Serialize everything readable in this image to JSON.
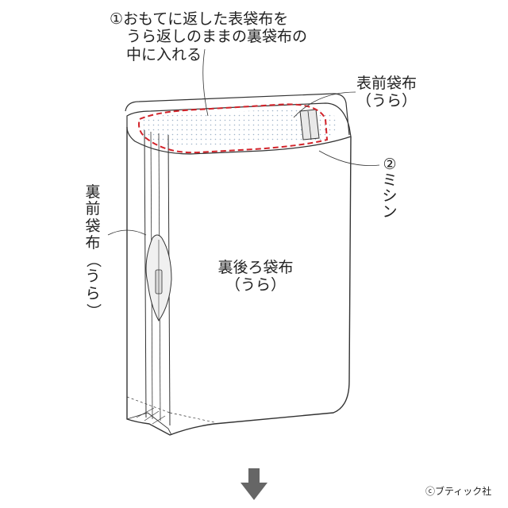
{
  "labels": {
    "step1_line1": "①おもてに返した表袋布を",
    "step1_line2": "うら返しのままの裏袋布の",
    "step1_line3": "中に入れる",
    "front_outer_line1": "表前袋布",
    "front_outer_line2": "（うら）",
    "back_lining_line1": "裏後ろ袋布",
    "back_lining_line2": "（うら）",
    "front_lining_chars": [
      "裏",
      "前",
      "袋",
      "布",
      "（",
      "う",
      "ら",
      "）"
    ],
    "step2_chars": [
      "②",
      "ミ",
      "シ",
      "ン"
    ]
  },
  "copyright": "ⓒブティック社",
  "colors": {
    "stitch": "#d2232a",
    "line": "#333333",
    "zipper_fill": "#e8e8e8",
    "dots": "#9fb3c8"
  },
  "icons": {
    "next_step": "down-arrow-icon"
  }
}
